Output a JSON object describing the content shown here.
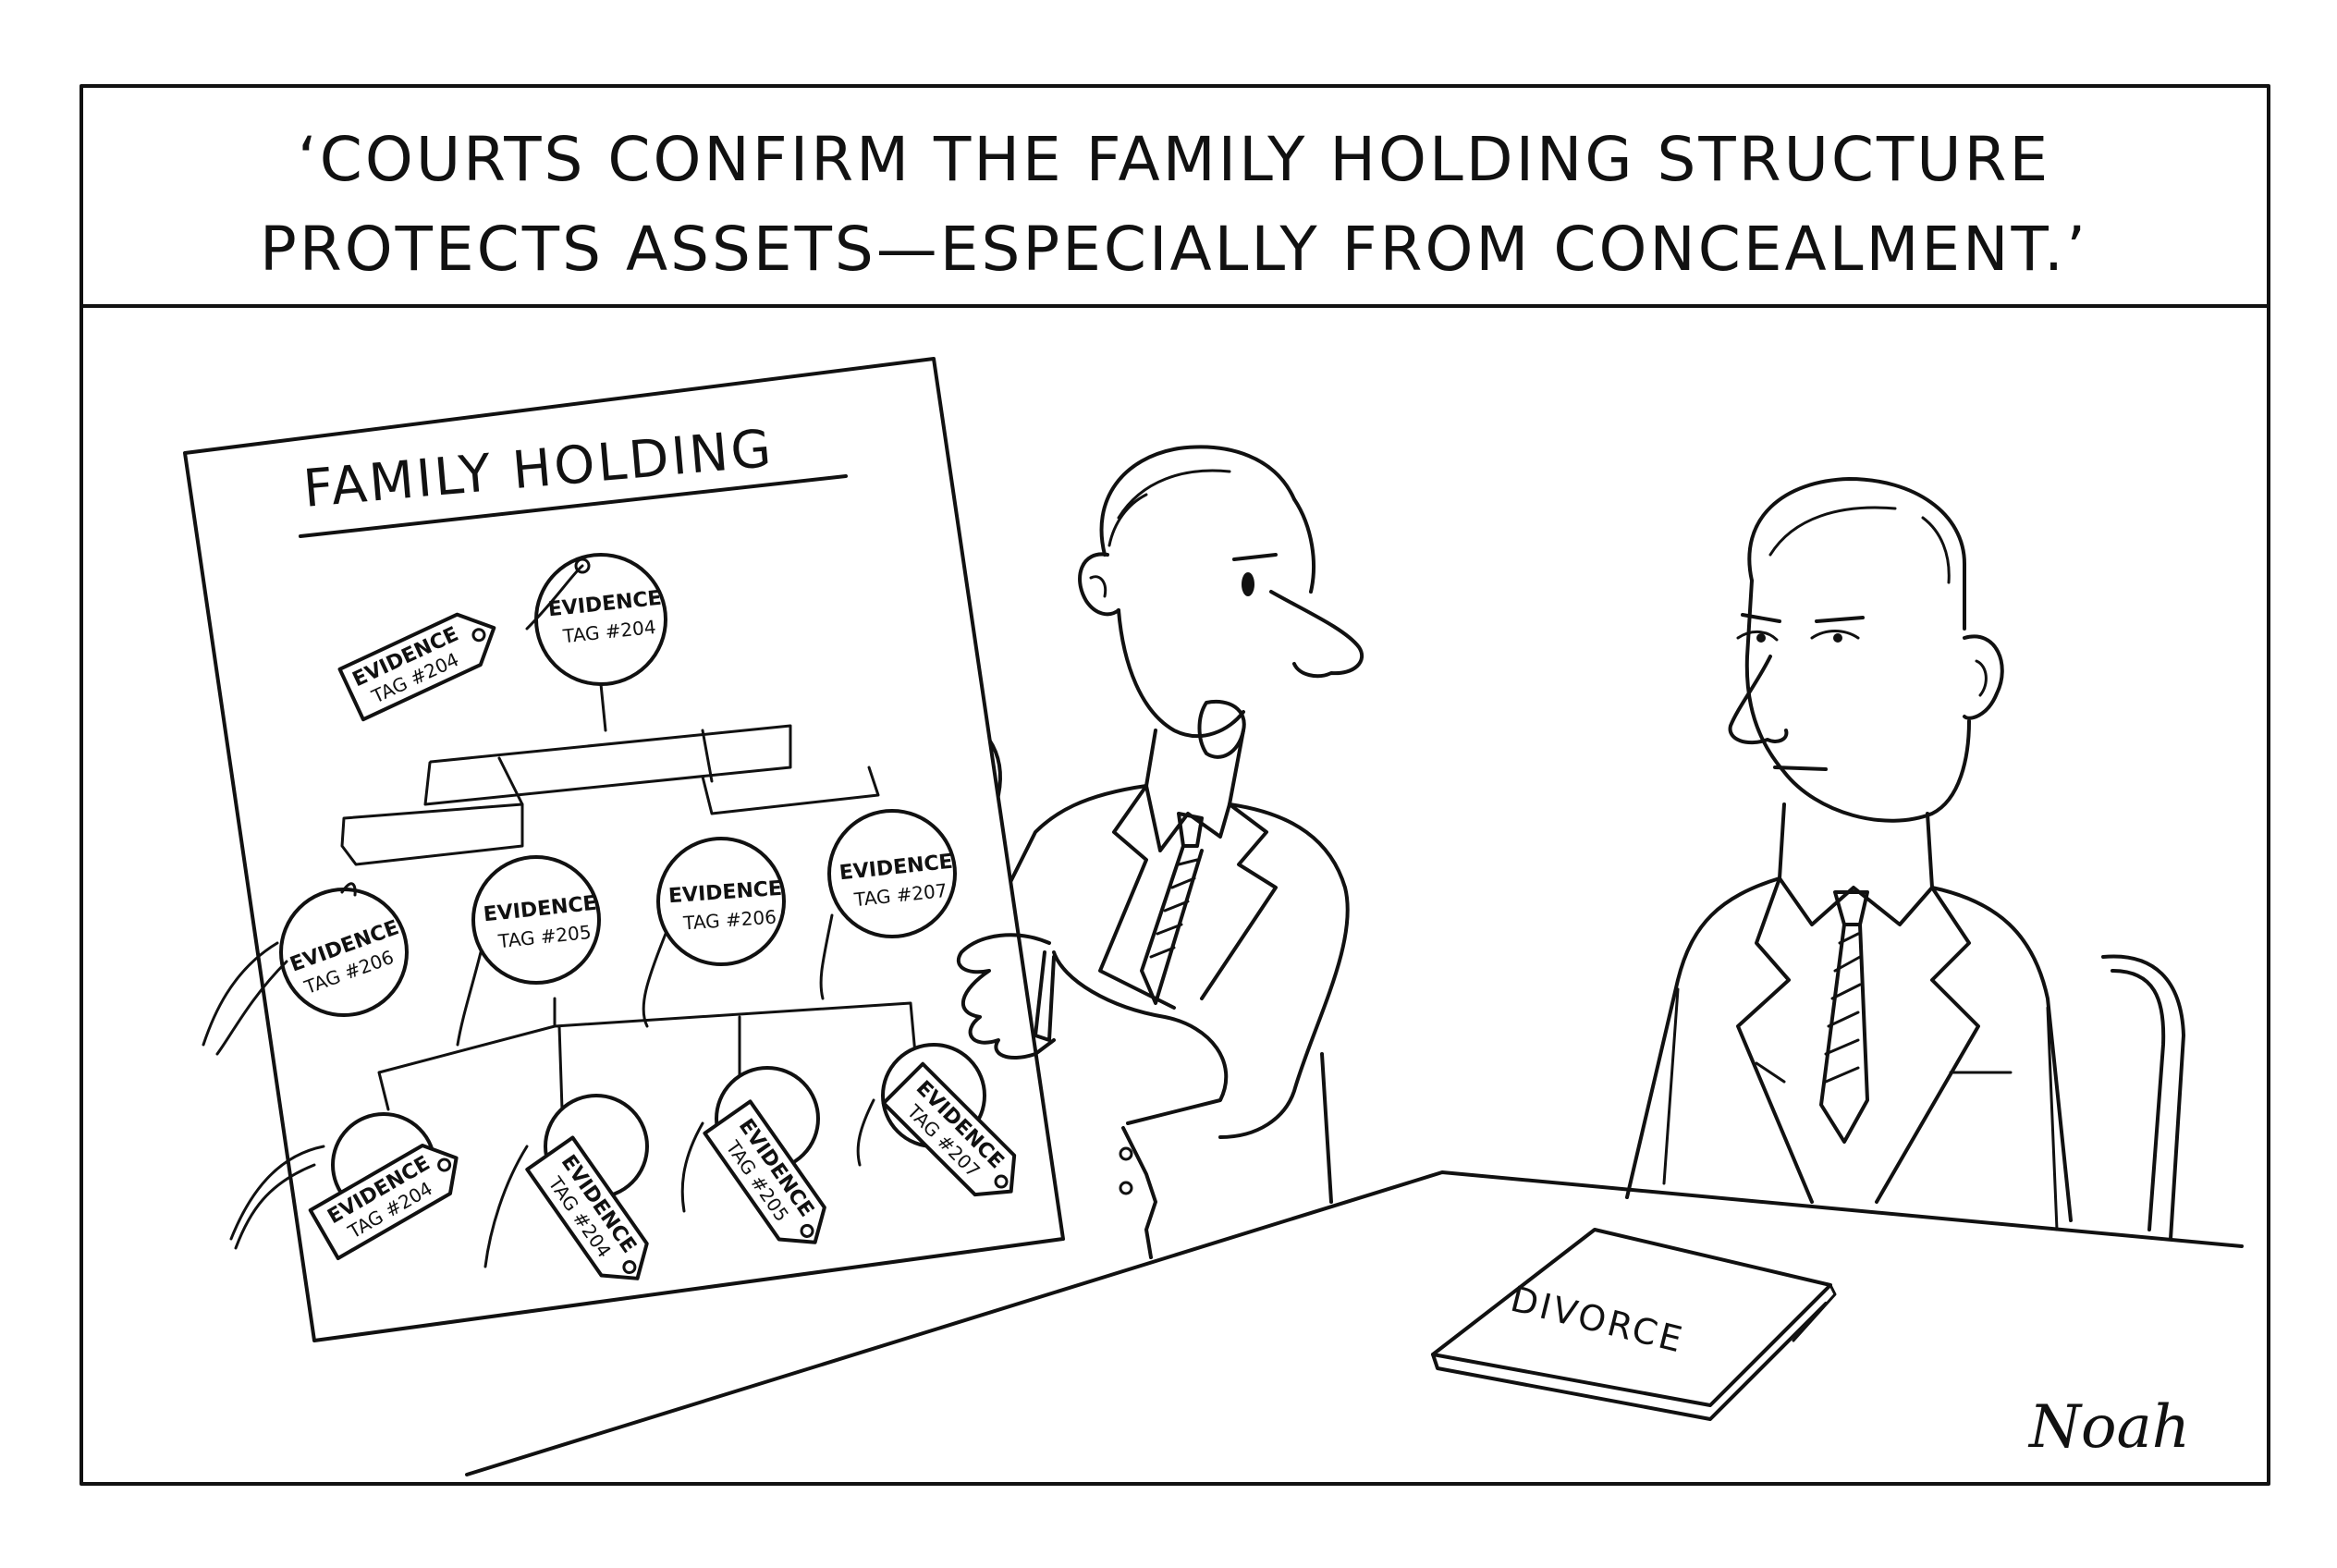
{
  "caption": {
    "line1": "‘COURTS CONFIRM THE FAMILY HOLDING STRUCTURE",
    "line2": "PROTECTS ASSETS—ESPECIALLY FROM CONCEALMENT.’"
  },
  "board": {
    "title": "FAMILY HOLDING"
  },
  "tags": {
    "top_circle": {
      "label": "EVIDENCE",
      "number": "TAG #204"
    },
    "top_hang": {
      "label": "EVIDENCE",
      "number": "TAG #204"
    },
    "mid1": {
      "label": "EVIDENCE",
      "number": "TAG #206"
    },
    "mid2": {
      "label": "EVIDENCE",
      "number": "TAG #205"
    },
    "mid3": {
      "label": "EVIDENCE",
      "number": "TAG #206"
    },
    "mid4": {
      "label": "EVIDENCE",
      "number": "TAG #207"
    },
    "low1": {
      "label": "EVIDENCE",
      "number": "TAG #204"
    },
    "low2": {
      "label": "EVIDENCE",
      "number": "TAG #204"
    },
    "low3": {
      "label": "EVIDENCE",
      "number": "TAG #205"
    },
    "low4": {
      "label": "EVIDENCE",
      "number": "TAG #207"
    }
  },
  "folder": {
    "label": "DIVORCE"
  },
  "signature": "Noah"
}
